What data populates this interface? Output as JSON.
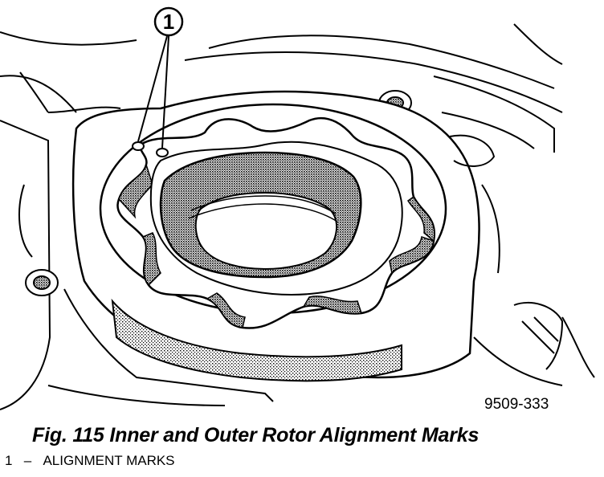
{
  "callout": {
    "number": "1"
  },
  "figure_number": "9509-333",
  "caption": "Fig. 115 Inner and Outer Rotor Alignment Marks",
  "legend": [
    {
      "number": "1",
      "separator": "–",
      "label": "ALIGNMENT MARKS"
    }
  ],
  "colors": {
    "ink": "#000000",
    "shade": "#8a8a8a",
    "paper": "#ffffff"
  }
}
